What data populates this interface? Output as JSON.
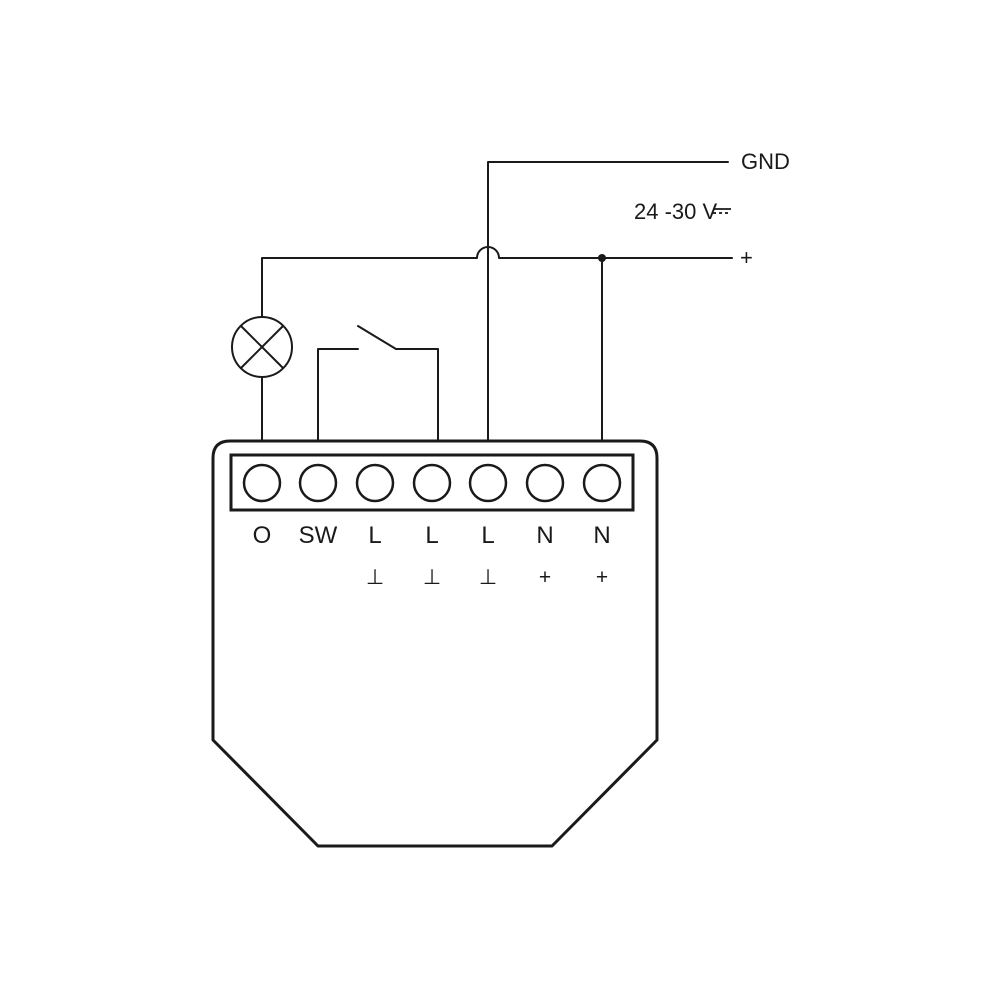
{
  "supply": {
    "gnd_label": "GND",
    "voltage_label": "24 -30 V",
    "plus_label": "+"
  },
  "terminals": [
    {
      "label": "O",
      "polarity": ""
    },
    {
      "label": "SW",
      "polarity": ""
    },
    {
      "label": "L",
      "polarity": "⊥"
    },
    {
      "label": "L",
      "polarity": "⊥"
    },
    {
      "label": "L",
      "polarity": "⊥"
    },
    {
      "label": "N",
      "polarity": "+"
    },
    {
      "label": "N",
      "polarity": "+"
    }
  ]
}
